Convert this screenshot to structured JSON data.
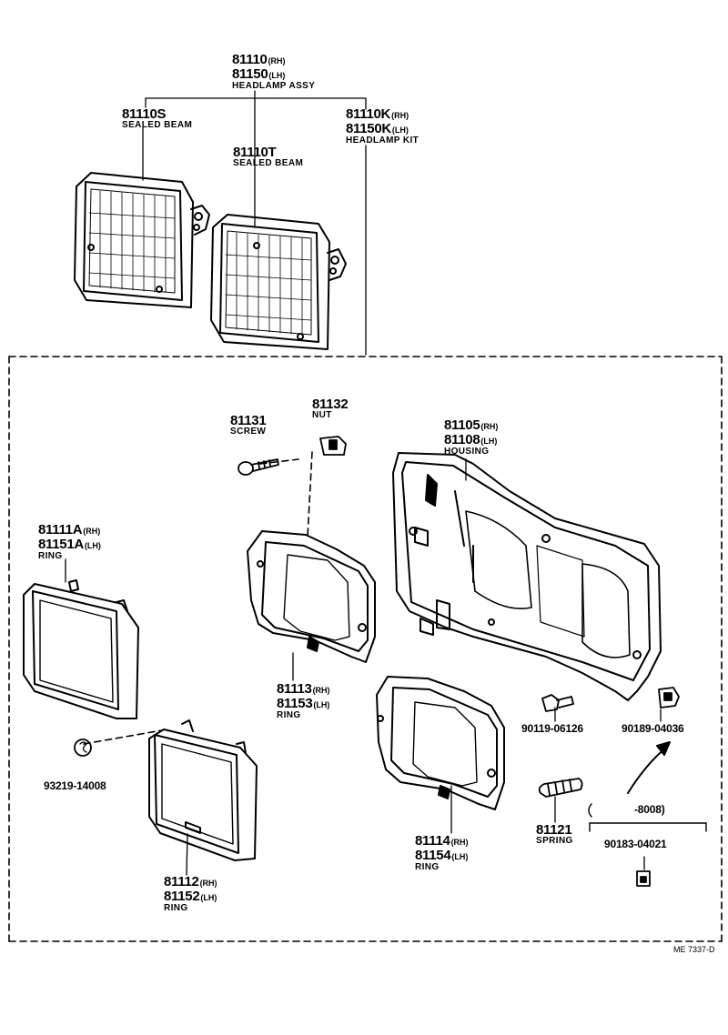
{
  "parts": {
    "assy": {
      "pn_rh": "81110",
      "sfx_rh": "(RH)",
      "pn_lh": "81150",
      "sfx_lh": "(LH)",
      "name": "HEADLAMP ASSY"
    },
    "sealed_beam_1": {
      "pn": "81110S",
      "name": "SEALED BEAM"
    },
    "sealed_beam_2": {
      "pn": "81110T",
      "name": "SEALED BEAM"
    },
    "kit": {
      "pn_rh": "81110K",
      "sfx_rh": "(RH)",
      "pn_lh": "81150K",
      "sfx_lh": "(LH)",
      "name": "HEADLAMP KIT"
    },
    "screw": {
      "pn": "81131",
      "name": "SCREW"
    },
    "nut": {
      "pn": "81132",
      "name": "NUT"
    },
    "housing": {
      "pn_rh": "81105",
      "sfx_rh": "(RH)",
      "pn_lh": "81108",
      "sfx_lh": "(LH)",
      "name": "HOUSING"
    },
    "ring_a": {
      "pn_rh": "81111A",
      "sfx_rh": "(RH)",
      "pn_lh": "81151A",
      "sfx_lh": "(LH)",
      "name": "RING"
    },
    "ring_113": {
      "pn_rh": "81113",
      "sfx_rh": "(RH)",
      "pn_lh": "81153",
      "sfx_lh": "(LH)",
      "name": "RING"
    },
    "clip": {
      "pn": "93219-14008"
    },
    "ring_112": {
      "pn_rh": "81112",
      "sfx_rh": "(RH)",
      "pn_lh": "81152",
      "sfx_lh": "(LH)",
      "name": "RING"
    },
    "ring_114": {
      "pn_rh": "81114",
      "sfx_rh": "(RH)",
      "pn_lh": "81154",
      "sfx_lh": "(LH)",
      "name": "RING"
    },
    "bolt": {
      "pn": "90119-06126"
    },
    "nut2": {
      "pn": "90189-04036"
    },
    "spring": {
      "pn": "81121",
      "name": "SPRING"
    },
    "date_range": {
      "text": "-8008)"
    },
    "small_nut": {
      "pn": "90183-04021"
    }
  },
  "figure_ref": "ME  7337-D"
}
